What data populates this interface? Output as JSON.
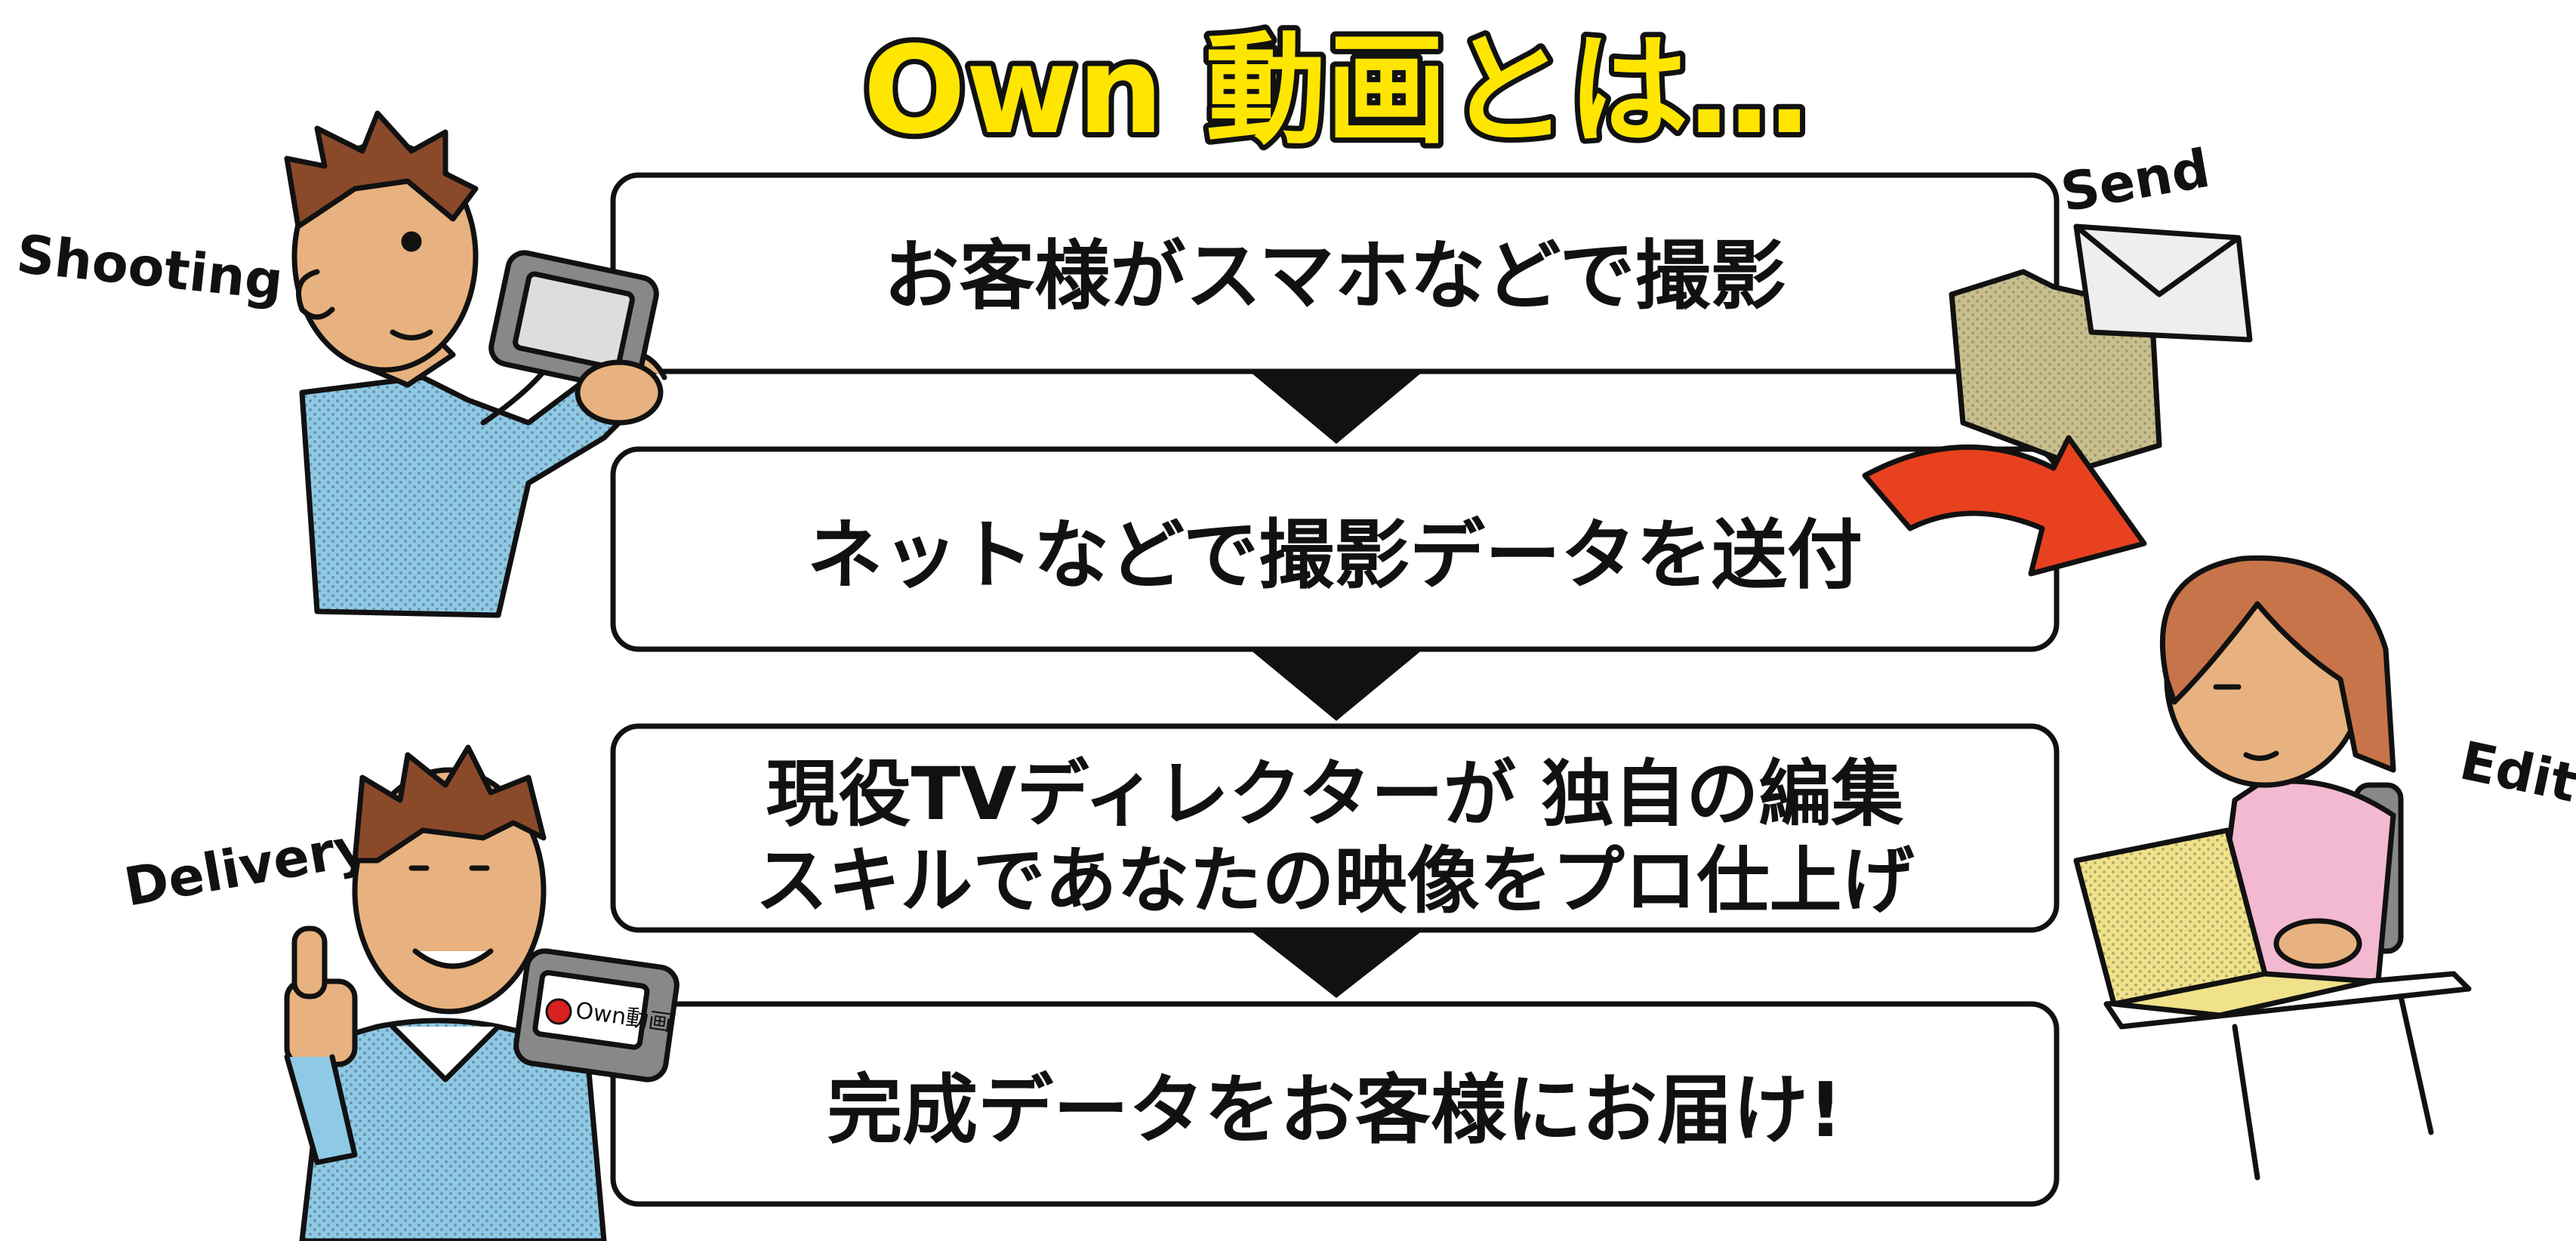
{
  "title": "Own 動画とは…",
  "steps": [
    {
      "lines": [
        "お客様がスマホなどで撮影"
      ]
    },
    {
      "lines": [
        "ネットなどで撮影データを送付"
      ]
    },
    {
      "lines": [
        "現役TVディレクターが 独自の編集",
        "スキルであなたの映像をプロ仕上げ"
      ]
    },
    {
      "lines": [
        "完成データをお客様にお届け!"
      ]
    }
  ],
  "labels": {
    "shooting": "Shooting",
    "send": "Send",
    "edit": "Edit",
    "delivery": "Delivery"
  },
  "device_logo_text": "Own動画",
  "colors": {
    "title_fill": "#ffe600",
    "outline": "#111111",
    "arrow_red": "#e8411f",
    "shirt_blue": "#8ec9e6",
    "skin": "#e7b27f",
    "hair_brown": "#8a4a2a",
    "box_khaki": "#c9bf8c",
    "laptop_yellow": "#efe28a",
    "sweater_pink": "#f3b9d1"
  }
}
